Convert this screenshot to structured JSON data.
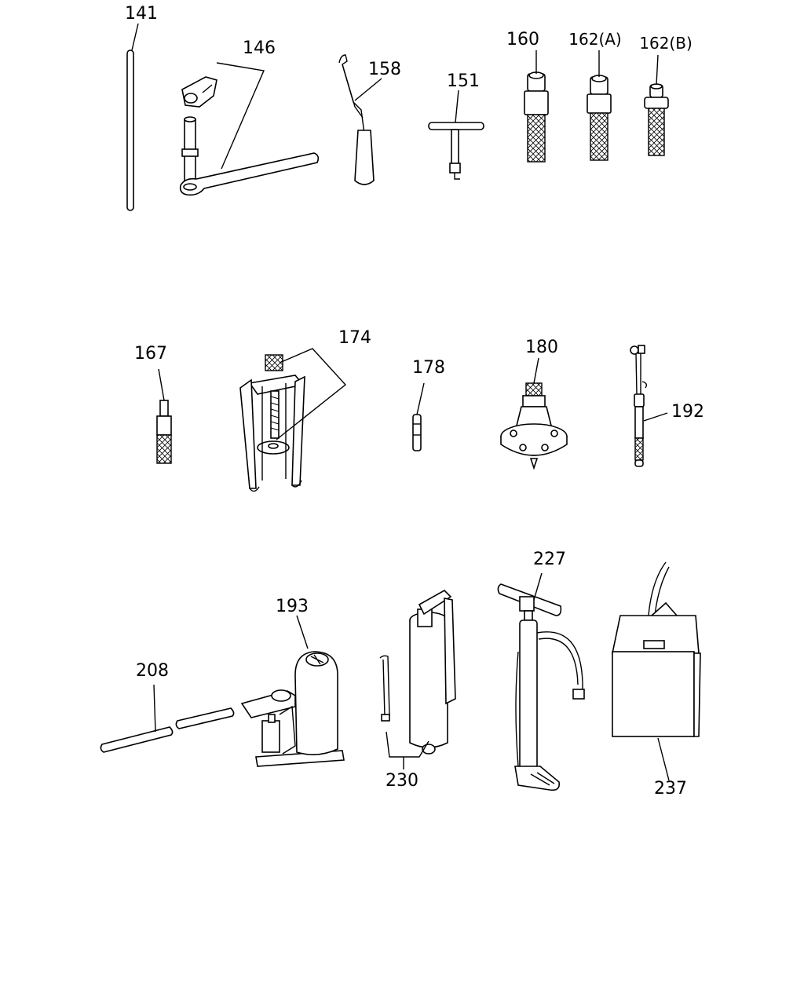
{
  "parts": [
    {
      "id": "141",
      "label": "141"
    },
    {
      "id": "146",
      "label": "146"
    },
    {
      "id": "158",
      "label": "158"
    },
    {
      "id": "151",
      "label": "151"
    },
    {
      "id": "160",
      "label": "160"
    },
    {
      "id": "162a",
      "label": "162(A)"
    },
    {
      "id": "162b",
      "label": "162(B)"
    },
    {
      "id": "167",
      "label": "167"
    },
    {
      "id": "174",
      "label": "174"
    },
    {
      "id": "178",
      "label": "178"
    },
    {
      "id": "180",
      "label": "180"
    },
    {
      "id": "192",
      "label": "192"
    },
    {
      "id": "193",
      "label": "193"
    },
    {
      "id": "208",
      "label": "208"
    },
    {
      "id": "230",
      "label": "230"
    },
    {
      "id": "227",
      "label": "227"
    },
    {
      "id": "237",
      "label": "237"
    }
  ]
}
